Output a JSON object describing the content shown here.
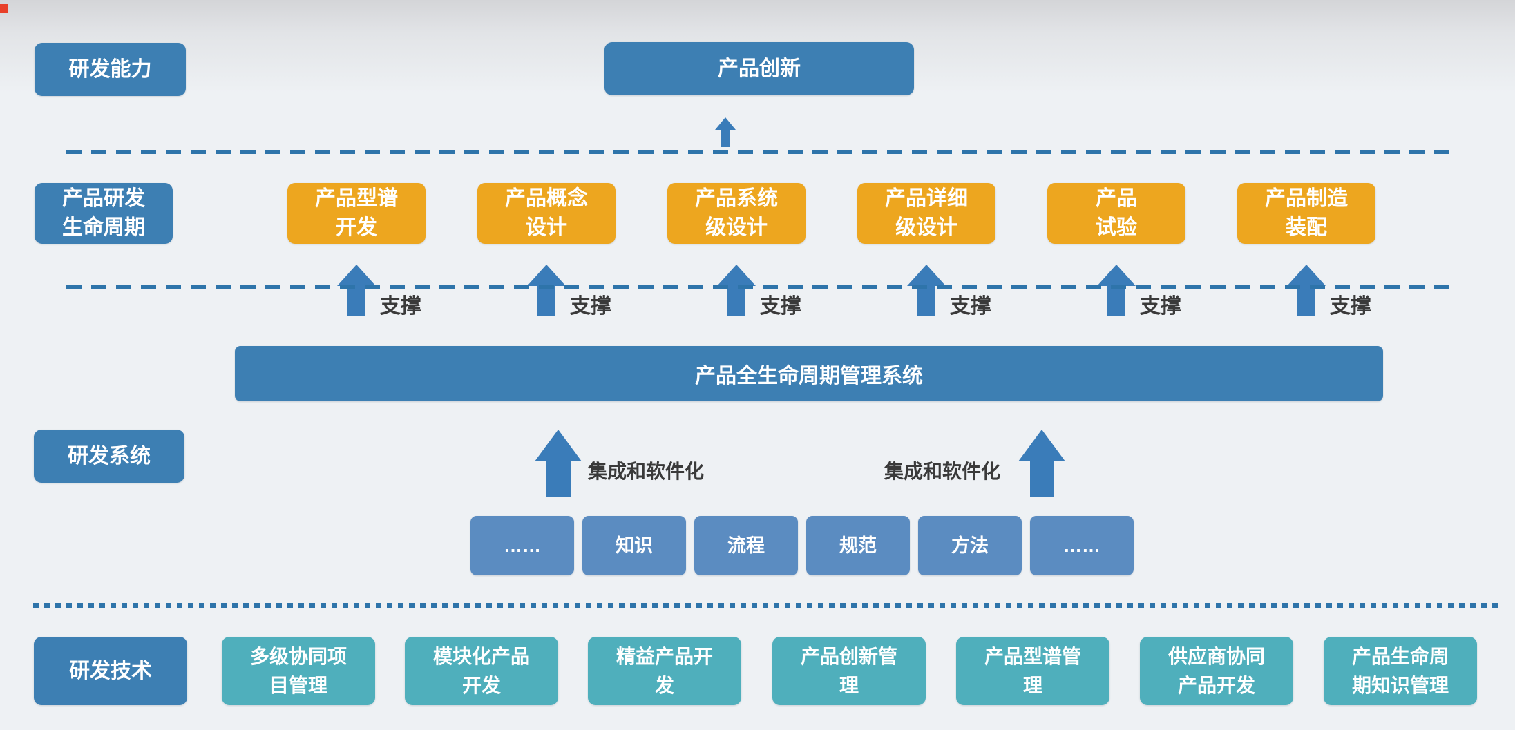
{
  "diagram_title_rows": {
    "capability_label": "研发能力",
    "innovation_label": "产品创新"
  },
  "lifecycle": {
    "row_label": "产品研发\n生命周期",
    "support_label": "支撑",
    "stages": [
      {
        "label": "产品型谱\n开发"
      },
      {
        "label": "产品概念\n设计"
      },
      {
        "label": "产品系统\n级设计"
      },
      {
        "label": "产品详细\n级设计"
      },
      {
        "label": "产品\n试验"
      },
      {
        "label": "产品制造\n装配"
      }
    ]
  },
  "system": {
    "row_label": "研发系统",
    "plm_bar_label": "产品全生命周期管理系统",
    "integration_label": "集成和软件化",
    "elements": [
      {
        "label": "……"
      },
      {
        "label": "知识"
      },
      {
        "label": "流程"
      },
      {
        "label": "规范"
      },
      {
        "label": "方法"
      },
      {
        "label": "……"
      }
    ]
  },
  "technology": {
    "row_label": "研发技术",
    "items": [
      {
        "label": "多级协同项\n目管理"
      },
      {
        "label": "模块化产品\n开发"
      },
      {
        "label": "精益产品开\n发"
      },
      {
        "label": "产品创新管\n理"
      },
      {
        "label": "产品型谱管\n理"
      },
      {
        "label": "供应商协同\n产品开发"
      },
      {
        "label": "产品生命周\n期知识管理"
      }
    ]
  },
  "colors": {
    "label_blue": "#3d7fb3",
    "stage_orange": "#eda61f",
    "element_blue": "#5b8cc1",
    "tech_teal": "#4fafbc",
    "arrow_blue": "#3a7cb9",
    "line_blue": "#2e74aa",
    "annotation_gray": "#3a3a3a",
    "background": "#eef1f4"
  }
}
